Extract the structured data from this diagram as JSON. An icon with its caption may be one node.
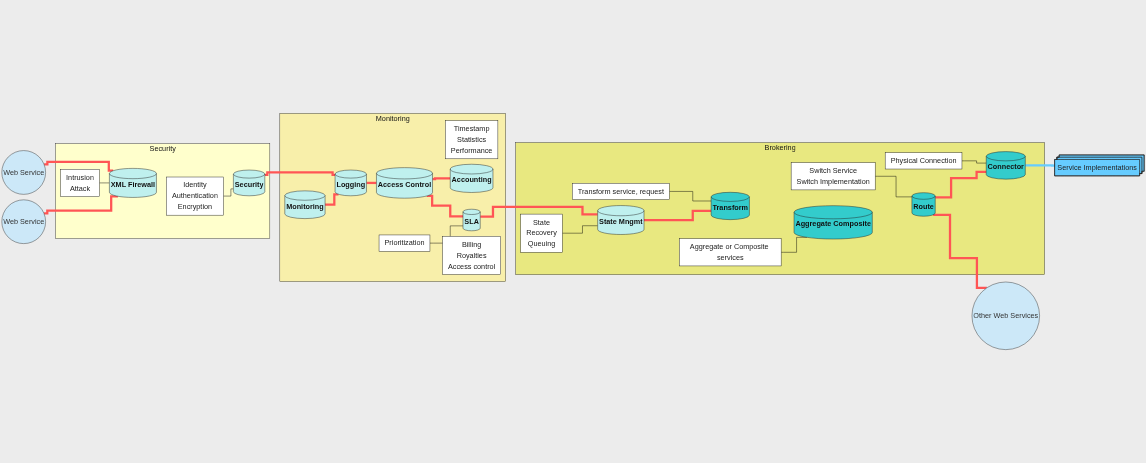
{
  "diagram": {
    "nodes": [
      {
        "text": [
          "Web Service"
        ]
      },
      {
        "text": [
          "Web Service"
        ]
      },
      {
        "text": [
          "Security"
        ]
      },
      {
        "text": [
          "XML Firewall"
        ],
        "in": 2
      },
      {
        "text": [
          "Security"
        ],
        "in": 2
      },
      {
        "text": [
          "Intrusion",
          "Attack"
        ],
        "in": 2
      },
      {
        "text": [
          "Identity",
          "Authentication",
          "Encryption"
        ],
        "in": 2
      },
      {
        "text": [
          "Monitoring"
        ]
      },
      {
        "text": [
          "Timestamp",
          "Statistics",
          "Performance"
        ],
        "in": 7
      },
      {
        "text": [
          "Monitoring"
        ],
        "in": 7
      },
      {
        "text": [
          "Logging"
        ],
        "in": 7
      },
      {
        "text": [
          "Access Control"
        ],
        "in": 7
      },
      {
        "text": [
          "SLA"
        ],
        "in": 7
      },
      {
        "text": [
          "Prioritization"
        ],
        "in": 7
      },
      {
        "text": [
          "Accounting"
        ],
        "in": 7
      },
      {
        "text": [
          "Billing",
          "Royalties",
          "Access control"
        ],
        "in": 7
      },
      {
        "text": [
          "Brokering"
        ]
      },
      {
        "text": [
          "Transform service, request"
        ],
        "in": 16
      },
      {
        "text": [
          "Physical Connection"
        ],
        "in": 16
      },
      {
        "text": [
          "Switch Service",
          "Switch Implementation"
        ],
        "in": 16
      },
      {
        "text": [
          "Connector"
        ],
        "in": 16
      },
      {
        "text": [
          "State Mngmt"
        ],
        "in": 16
      },
      {
        "text": [
          "Transform"
        ],
        "in": 16
      },
      {
        "text": [
          "Aggregate Composite"
        ],
        "in": 16
      },
      {
        "text": [
          "Route"
        ],
        "in": 16
      },
      {
        "text": [
          "State",
          "Recovery",
          "Queuing"
        ],
        "in": 16
      },
      {
        "text": [
          "Aggregate or Composite services"
        ],
        "in": 16
      },
      {
        "text": [
          "Service Implementations"
        ]
      },
      {
        "text": [
          "Other Web Services"
        ]
      }
    ],
    "edges": [
      {
        "from": 0,
        "to": 3,
        "arrow": "none"
      },
      {
        "from": 1,
        "to": 3,
        "arrow": "none"
      },
      {
        "from": 5,
        "to": 3,
        "arrow": "none",
        "color": "#000000"
      },
      {
        "from": 6,
        "to": 4,
        "arrow": "none",
        "color": "#000000"
      },
      {
        "from": 4,
        "to": 10,
        "arrow": "none"
      },
      {
        "from": 9,
        "to": 10,
        "arrow": "none"
      },
      {
        "from": 10,
        "to": 11,
        "arrow": "none"
      },
      {
        "from": 11,
        "to": 14,
        "arrow": "none"
      },
      {
        "from": 11,
        "to": 12,
        "arrow": "none"
      },
      {
        "from": 13,
        "to": 12,
        "arrow": "none",
        "color": "#000000"
      },
      {
        "from": 12,
        "to": 21,
        "arrow": "none"
      },
      {
        "from": 21,
        "to": 22,
        "arrow": "none"
      },
      {
        "from": 25,
        "to": 21,
        "arrow": "none",
        "color": "#000000"
      },
      {
        "from": 17,
        "to": 22,
        "arrow": "none",
        "color": "#000000"
      },
      {
        "from": 26,
        "to": 23,
        "arrow": "none",
        "color": "#000000"
      },
      {
        "from": 19,
        "to": 24,
        "arrow": "none",
        "color": "#000000"
      },
      {
        "from": 24,
        "to": 20,
        "arrow": "none"
      },
      {
        "from": 18,
        "to": 20,
        "arrow": "none",
        "color": "#000000"
      },
      {
        "from": 20,
        "to": 27,
        "arrow": "none",
        "color": "#66ccff"
      },
      {
        "from": 24,
        "to": 28,
        "arrow": "none"
      }
    ]
  }
}
